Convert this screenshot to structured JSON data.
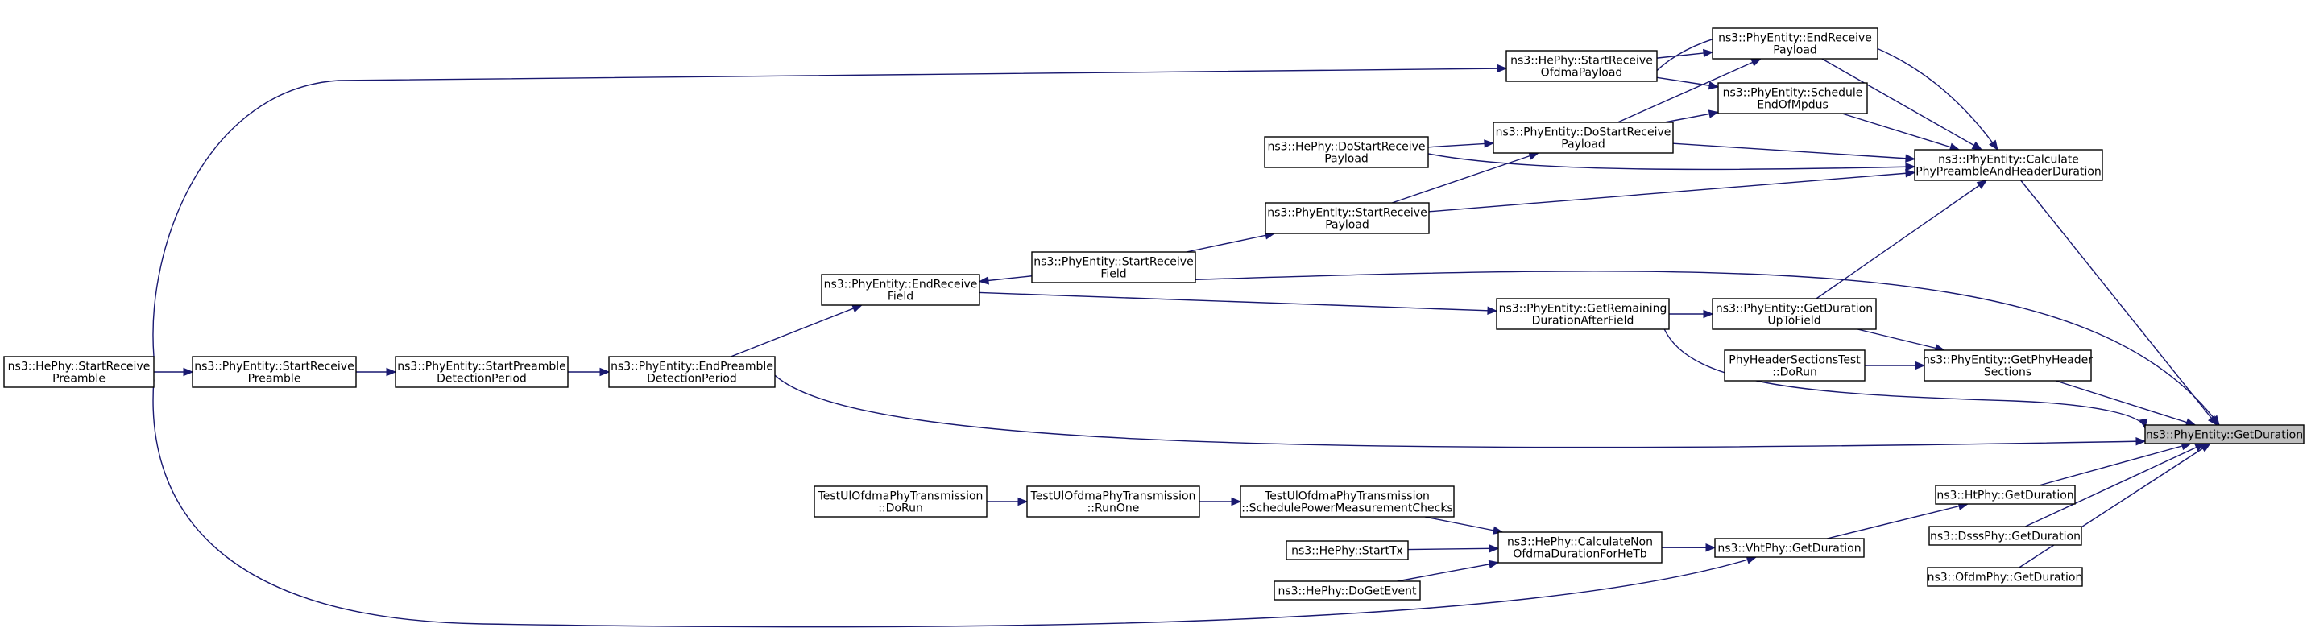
{
  "colors": {
    "edge": "#191970",
    "node_border": "#000000",
    "focus_fill": "#bfbfbf"
  },
  "nodes": {
    "getduration": [
      "ns3::PhyEntity::GetDuration"
    ],
    "ht_getduration": [
      "ns3::HtPhy::GetDuration"
    ],
    "dsss_getduration": [
      "ns3::DsssPhy::GetDuration"
    ],
    "ofdm_getduration": [
      "ns3::OfdmPhy::GetDuration"
    ],
    "vht_getduration": [
      "ns3::VhtPhy::GetDuration"
    ],
    "calc_nonofdma": [
      "ns3::HePhy::CalculateNon",
      "OfdmaDurationForHeTb"
    ],
    "schedule_power": [
      "TestUlOfdmaPhyTransmission",
      "::SchedulePowerMeasurementChecks"
    ],
    "run_one": [
      "TestUlOfdmaPhyTransmission",
      "::RunOne"
    ],
    "do_run_ulofdma": [
      "TestUlOfdmaPhyTransmission",
      "::DoRun"
    ],
    "hephy_starttx": [
      "ns3::HePhy::StartTx"
    ],
    "hephy_dogetevent": [
      "ns3::HePhy::DoGetEvent"
    ],
    "get_phy_header_sections": [
      "ns3::PhyEntity::GetPhyHeader",
      "Sections"
    ],
    "phy_header_sections_test": [
      "PhyHeaderSectionsTest",
      "::DoRun"
    ],
    "get_duration_uptofield": [
      "ns3::PhyEntity::GetDuration",
      "UpToField"
    ],
    "get_remaining_duration": [
      "ns3::PhyEntity::GetRemaining",
      "DurationAfterField"
    ],
    "end_receive_field": [
      "ns3::PhyEntity::EndReceive",
      "Field"
    ],
    "start_receive_field": [
      "ns3::PhyEntity::StartReceive",
      "Field"
    ],
    "end_preamble_detection": [
      "ns3::PhyEntity::EndPreamble",
      "DetectionPeriod"
    ],
    "start_preamble_detection": [
      "ns3::PhyEntity::StartPreamble",
      "DetectionPeriod"
    ],
    "phyentity_start_receive_preamble": [
      "ns3::PhyEntity::StartReceive",
      "Preamble"
    ],
    "hephy_start_receive_preamble": [
      "ns3::HePhy::StartReceive",
      "Preamble"
    ],
    "calc_preamble_header": [
      "ns3::PhyEntity::Calculate",
      "PhyPreambleAndHeaderDuration"
    ],
    "start_receive_payload": [
      "ns3::PhyEntity::StartReceive",
      "Payload"
    ],
    "do_start_receive_payload": [
      "ns3::PhyEntity::DoStartReceive",
      "Payload"
    ],
    "hephy_do_start_receive_payload": [
      "ns3::HePhy::DoStartReceive",
      "Payload"
    ],
    "hephy_start_receive_ofdma_payload": [
      "ns3::HePhy::StartReceive",
      "OfdmaPayload"
    ],
    "end_receive_payload": [
      "ns3::PhyEntity::EndReceive",
      "Payload"
    ],
    "schedule_end_of_mpdus": [
      "ns3::PhyEntity::Schedule",
      "EndOfMpdus"
    ]
  }
}
